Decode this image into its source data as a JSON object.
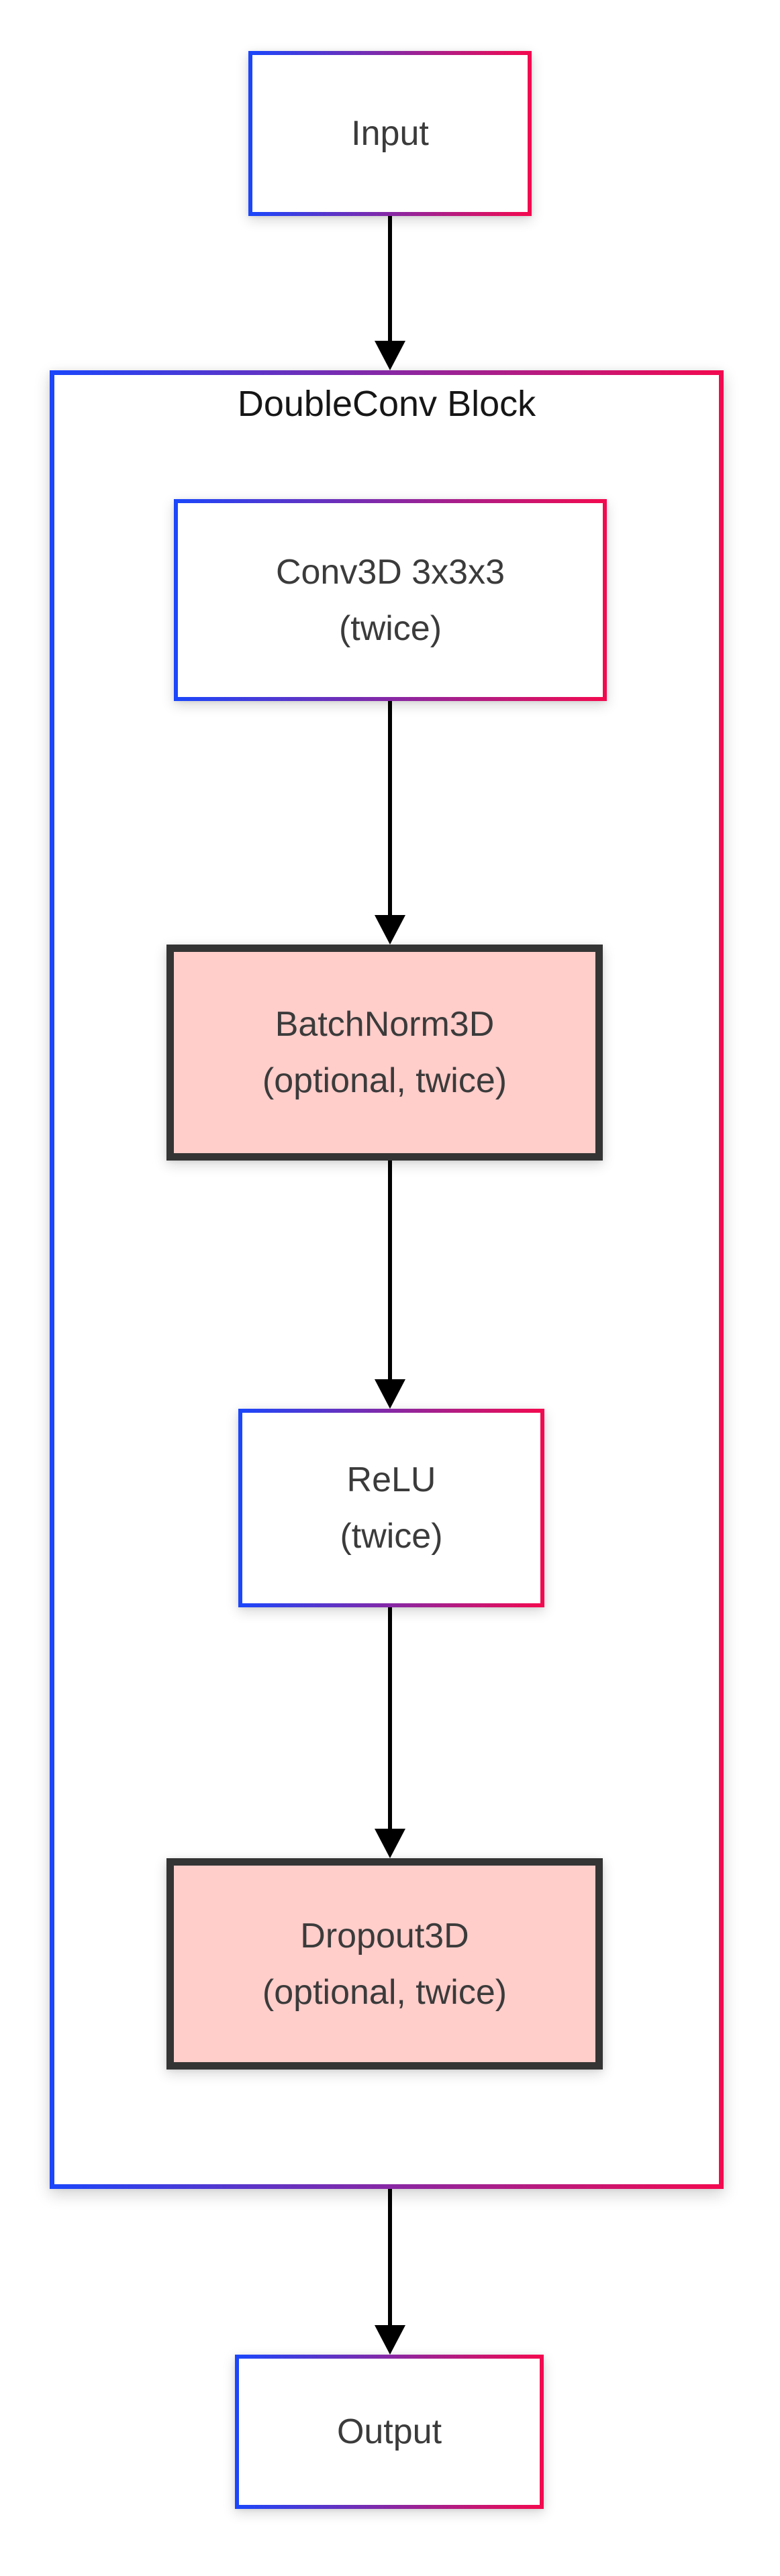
{
  "container": {
    "label": "DoubleConv Block"
  },
  "nodes": {
    "input": {
      "label": "Input"
    },
    "conv3d": {
      "line1": "Conv3D 3x3x3",
      "line2": "(twice)"
    },
    "batchnorm": {
      "line1": "BatchNorm3D",
      "line2": "(optional, twice)"
    },
    "relu": {
      "line1": "ReLU",
      "line2": "(twice)"
    },
    "dropout": {
      "line1": "Dropout3D",
      "line2": "(optional, twice)"
    },
    "output": {
      "label": "Output"
    }
  },
  "colors": {
    "gradient_start": "#1C46FA",
    "gradient_end": "#F20A50",
    "highlight_fill": "#FFCDCA",
    "highlight_border": "#343434",
    "node_fill": "#FFFFFF",
    "arrow": "#000000",
    "text": "#3B3B3B",
    "title_text": "#161616",
    "background": "#FFFFFF"
  }
}
